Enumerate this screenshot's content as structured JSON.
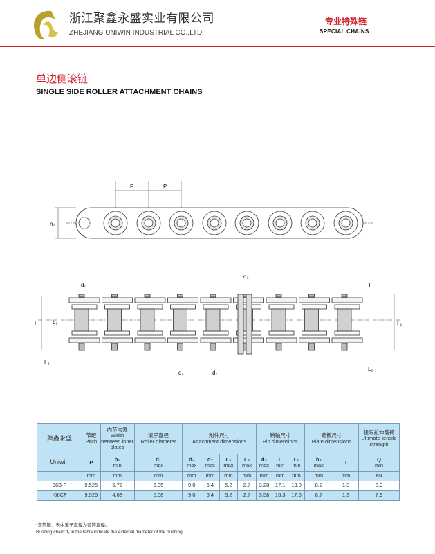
{
  "header": {
    "company_cn": "浙江聚鑫永盛实业有限公司",
    "company_en": "ZHEJIANG UNIWIN  INDUSTRIAL CO.,LTD",
    "tag_cn": "专业特殊链",
    "tag_en": "SPECIAL CHAINS"
  },
  "title": {
    "cn": "单边侧滚链",
    "en": "SINGLE SIDE ROLLER ATTACHMENT CHAINS"
  },
  "drawing": {
    "labels": {
      "P": "P",
      "h2": "h₂",
      "d1": "d₁",
      "b1": "b₁",
      "L": "L",
      "L3": "L₃",
      "d4": "d₄",
      "d7": "d₇",
      "d2": "d₂",
      "T": "T",
      "L1": "L₁",
      "L2": "L₂"
    }
  },
  "table": {
    "brand_cn": "聚鑫永盛",
    "brand_en": "Uniwin",
    "groups": [
      {
        "cn": "节距",
        "en": "Pitch"
      },
      {
        "cn": "内节内宽",
        "en": "Width between inner plates"
      },
      {
        "cn": "滚子直径",
        "en": "Roller diameter"
      },
      {
        "cn": "附件尺寸",
        "en": "Attachment dimensions"
      },
      {
        "cn": "销轴尺寸",
        "en": "Pin dimensions"
      },
      {
        "cn": "链板尺寸",
        "en": "Plate dimensions"
      },
      {
        "cn": "极限拉伸载荷",
        "en": "Ultimate tensile strength"
      }
    ],
    "symbols": [
      [
        "P",
        ""
      ],
      [
        "b₁",
        "min"
      ],
      [
        "d₁",
        "max"
      ],
      [
        "d₄",
        "max"
      ],
      [
        "d₇",
        "max"
      ],
      [
        "L₂",
        "max"
      ],
      [
        "L₃",
        "max"
      ],
      [
        "d₂",
        "max"
      ],
      [
        "L",
        "min"
      ],
      [
        "L₁",
        "min"
      ],
      [
        "h₂",
        "max"
      ],
      [
        "T",
        ""
      ],
      [
        "Q",
        "min"
      ]
    ],
    "units": [
      "mm",
      "mm",
      "mm",
      "mm",
      "mm",
      "mm",
      "mm",
      "mm",
      "mm",
      "mm",
      "mm",
      "mm",
      "kN"
    ],
    "rows": [
      [
        "06B-F",
        "9.525",
        "5.72",
        "6.35",
        "9.0",
        "6.4",
        "5.2",
        "2.7",
        "3.28",
        "17.1",
        "18.0",
        "8.2",
        "1.3",
        "8.9"
      ],
      [
        "*06CF",
        "9.525",
        "4.68",
        "5.08",
        "9.0",
        "6.4",
        "5.2",
        "2.7",
        "3.58",
        "16.3",
        "17.6",
        "8.7",
        "1.3",
        "7.9"
      ]
    ]
  },
  "note": {
    "cn": "*套筒链：表中滚子直径为套筒直径。",
    "en": "Bushing chain:d₁ in the table indicate the external diameter of the bushing."
  },
  "colors": {
    "accent": "#d2232a",
    "table_bg": "#bfe3f5"
  }
}
